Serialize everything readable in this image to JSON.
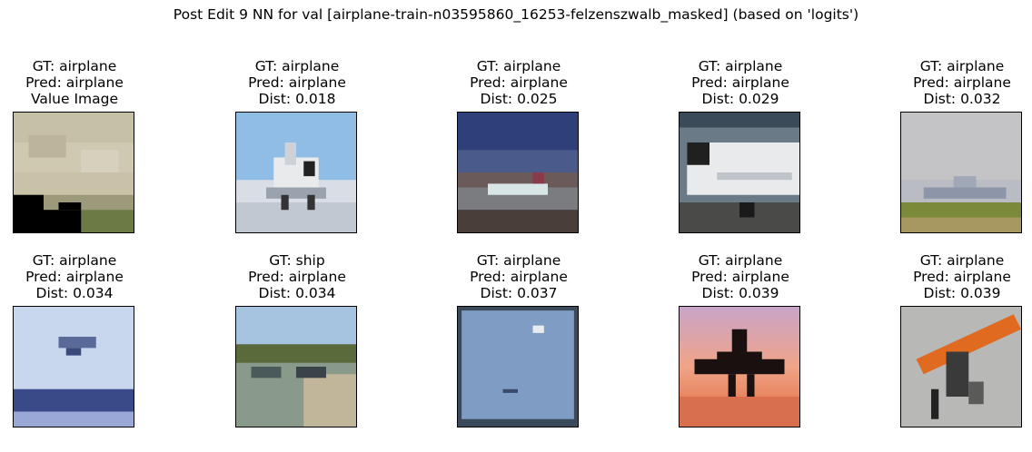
{
  "suptitle": "Post Edit 9 NN for val [airplane-train-n03595860_16253-felzenszwalb_masked] (based on 'logits')",
  "cells": [
    {
      "gt": "GT: airplane",
      "pred": "Pred: airplane",
      "extra": "Value Image"
    },
    {
      "gt": "GT: airplane",
      "pred": "Pred: airplane",
      "extra": "Dist: 0.018"
    },
    {
      "gt": "GT: airplane",
      "pred": "Pred: airplane",
      "extra": "Dist: 0.025"
    },
    {
      "gt": "GT: airplane",
      "pred": "Pred: airplane",
      "extra": "Dist: 0.029"
    },
    {
      "gt": "GT: airplane",
      "pred": "Pred: airplane",
      "extra": "Dist: 0.032"
    },
    {
      "gt": "GT: airplane",
      "pred": "Pred: airplane",
      "extra": "Dist: 0.034"
    },
    {
      "gt": "GT: ship",
      "pred": "Pred: airplane",
      "extra": "Dist: 0.034"
    },
    {
      "gt": "GT: airplane",
      "pred": "Pred: airplane",
      "extra": "Dist: 0.037"
    },
    {
      "gt": "GT: airplane",
      "pred": "Pred: airplane",
      "extra": "Dist: 0.039"
    },
    {
      "gt": "GT: airplane",
      "pred": "Pred: airplane",
      "extra": "Dist: 0.039"
    }
  ]
}
